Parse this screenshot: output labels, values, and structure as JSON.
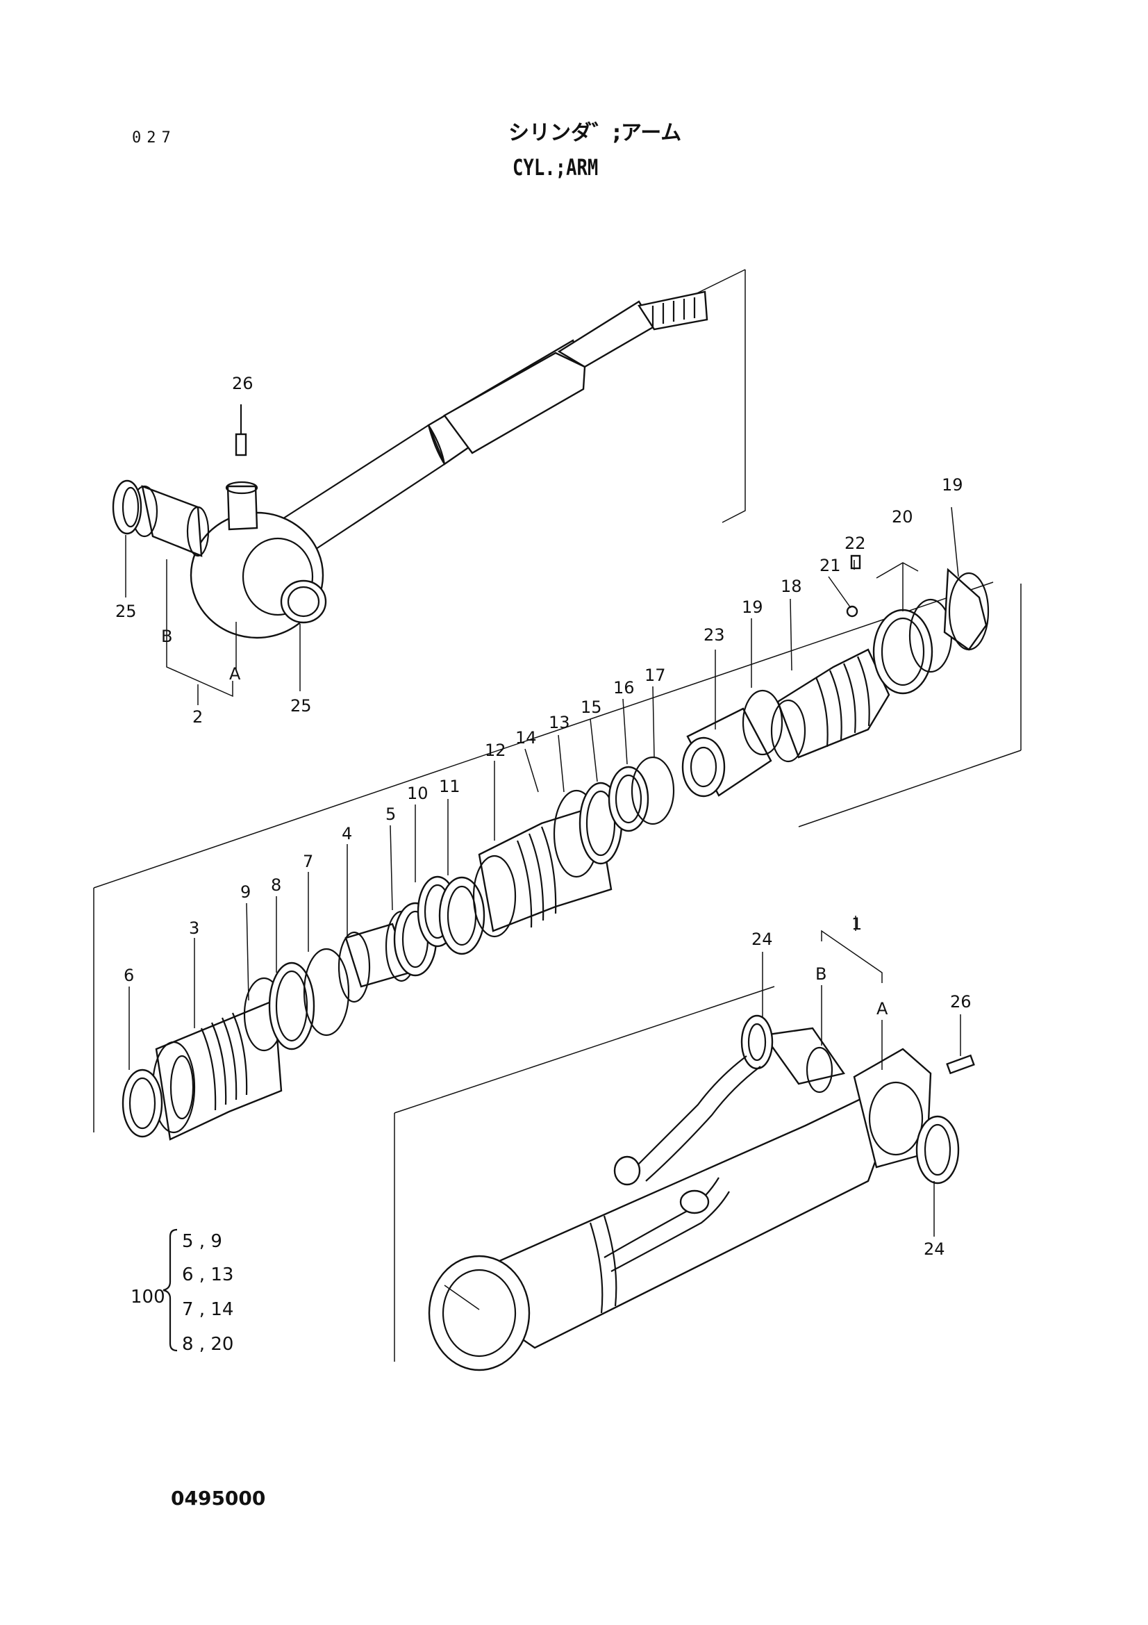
{
  "header": {
    "page_number": "027",
    "title_jp": "シリンダ゛;アーム",
    "title_en": "CYL.;ARM"
  },
  "callouts": {
    "p1": "1",
    "p2": "2",
    "p3": "3",
    "p4": "4",
    "p5": "5",
    "p6": "6",
    "p7": "7",
    "p8": "8",
    "p9": "9",
    "p10": "10",
    "p11": "11",
    "p12": "12",
    "p13": "13",
    "p14": "14",
    "p15": "15",
    "p16": "16",
    "p17": "17",
    "p18": "18",
    "p19a": "19",
    "p19b": "19",
    "p20": "20",
    "p21": "21",
    "p22": "22",
    "p23": "23",
    "p24a": "24",
    "p24b": "24",
    "p25a": "25",
    "p25b": "25",
    "p26a": "26",
    "p26b": "26",
    "a_rod": "A",
    "b_rod": "B",
    "a_tube": "A",
    "b_tube": "B"
  },
  "seal_kit": {
    "kit_number": "100",
    "rows": [
      "5 , 9",
      "6 , 13",
      "7 , 14",
      "8 , 20"
    ]
  },
  "footer": {
    "drawing_number": "0495000"
  }
}
